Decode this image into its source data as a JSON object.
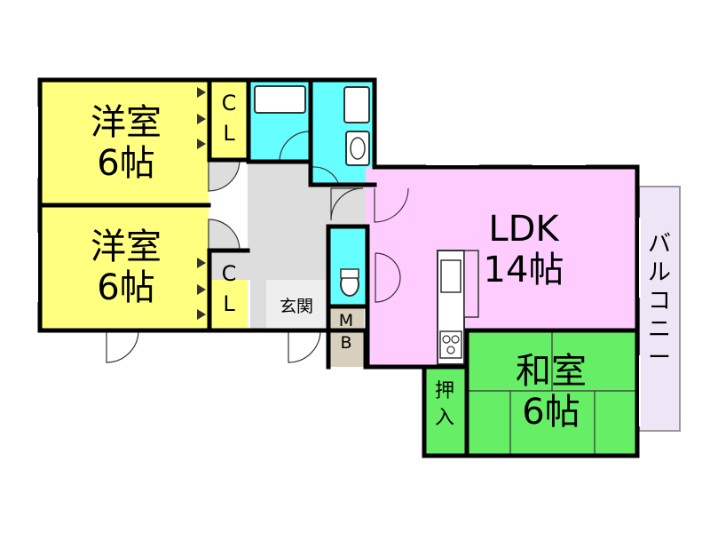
{
  "rooms": {
    "western_room_1": {
      "name": "洋室",
      "size": "6帖"
    },
    "western_room_2": {
      "name": "洋室",
      "size": "6帖"
    },
    "ldk": {
      "name": "LDK",
      "size": "14帖"
    },
    "japanese_room": {
      "name": "和室",
      "size": "6帖"
    }
  },
  "closets": {
    "cl_1": [
      "C",
      "L"
    ],
    "cl_2": [
      "C",
      "L"
    ],
    "oshiire": [
      "押",
      "入"
    ],
    "mb": [
      "M",
      "B"
    ]
  },
  "entrance": {
    "label": "玄関"
  },
  "balcony": {
    "label": [
      "バ",
      "ル",
      "コ",
      "ニ",
      "ー"
    ]
  },
  "colors": {
    "western_room": "#ffff80",
    "ldk": "#ffccff",
    "japanese_room": "#66ee66",
    "wet_area": "#66ffff",
    "hall": "#dddddd",
    "balcony": "#eee6f6",
    "wall": "#000000"
  }
}
